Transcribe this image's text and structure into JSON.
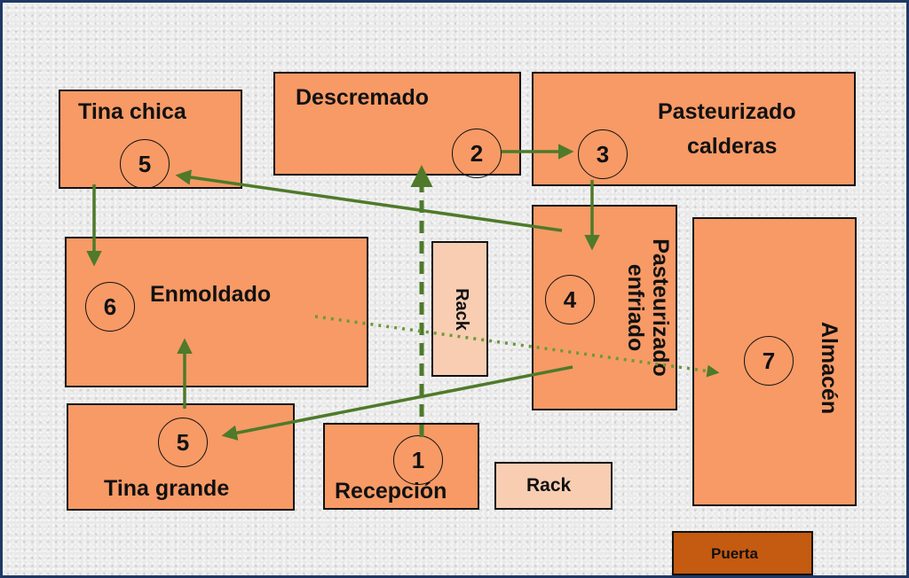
{
  "colors": {
    "border": "#1f3864",
    "area": "#f79a66",
    "rack": "#f8cdb2",
    "door": "#c55a11",
    "arrow": "#4e7a2a"
  },
  "areas": {
    "tina_chica": {
      "label": "Tina chica",
      "step": "5"
    },
    "descremado": {
      "label": "Descremado",
      "step": "2"
    },
    "pasteurizado_calderas": {
      "label_line1": "Pasteurizado",
      "label_line2": "calderas",
      "step": "3"
    },
    "enmoldado": {
      "label": "Enmoldado",
      "step": "6"
    },
    "pasteurizado_enfriado": {
      "label_line1": "Pasteurizado",
      "label_line2": "enfriado",
      "step": "4"
    },
    "almacen": {
      "label": "Almacén",
      "step": "7"
    },
    "tina_grande": {
      "label": "Tina grande",
      "step": "5"
    },
    "recepcion": {
      "label": "Recepción",
      "step": "1"
    },
    "rack_vertical": {
      "label": "Rack"
    },
    "rack_horizontal": {
      "label": "Rack"
    },
    "puerta": {
      "label": "Puerta"
    }
  },
  "flows": [
    {
      "from": "1",
      "to": "2",
      "style": "dashed"
    },
    {
      "from": "2",
      "to": "3",
      "style": "solid"
    },
    {
      "from": "3",
      "to": "4",
      "style": "solid"
    },
    {
      "from": "4",
      "to": "5",
      "target": "Tina chica",
      "style": "solid"
    },
    {
      "from": "4",
      "to": "5",
      "target": "Tina grande",
      "style": "solid"
    },
    {
      "from": "5",
      "to": "6",
      "source": "Tina chica",
      "style": "solid"
    },
    {
      "from": "5",
      "to": "6",
      "source": "Tina grande",
      "style": "solid"
    },
    {
      "from": "6",
      "to": "7",
      "style": "dotted"
    }
  ]
}
